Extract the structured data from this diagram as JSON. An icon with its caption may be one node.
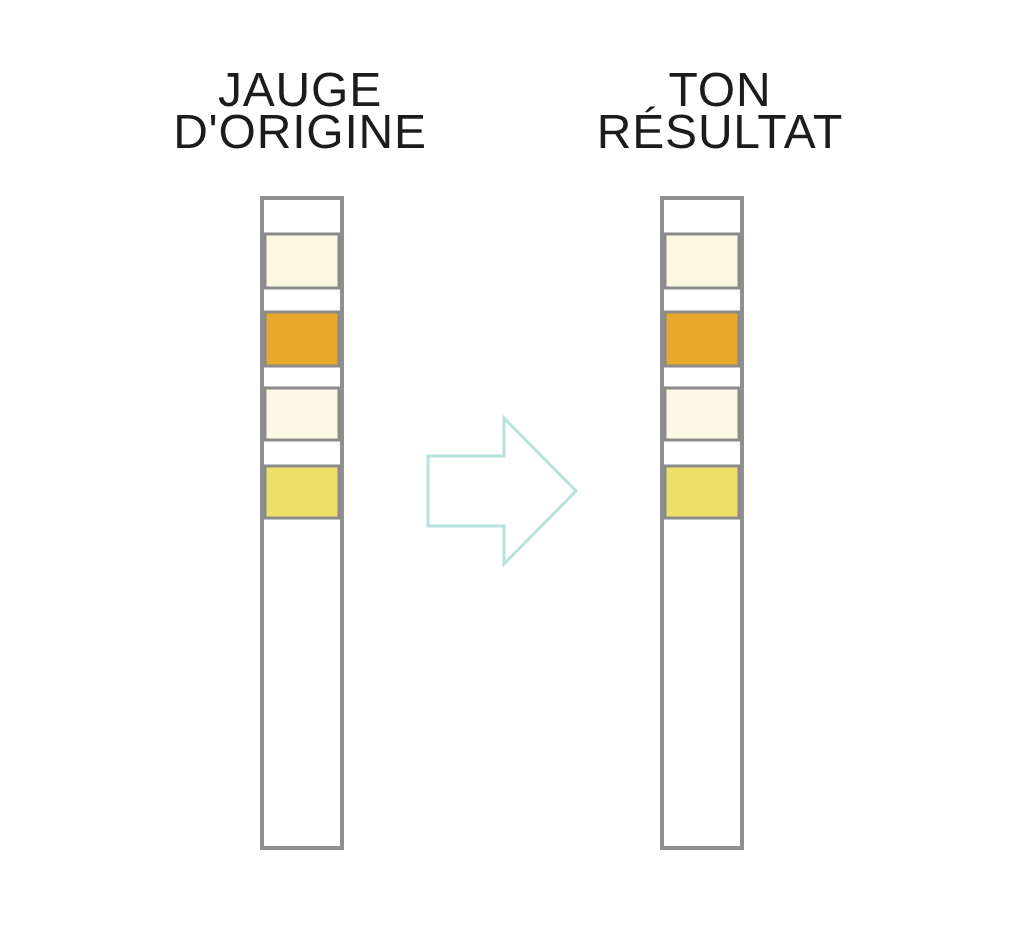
{
  "diagram": {
    "nodes": [
      {
        "text": [
          "JAUGE D'ORIGINE"
        ]
      },
      {
        "text": [
          "TON RÉSULTAT"
        ]
      }
    ],
    "edges": [
      {
        "from": 0,
        "to": 1,
        "arrow": "to",
        "color": "#b8e3dd"
      }
    ]
  }
}
